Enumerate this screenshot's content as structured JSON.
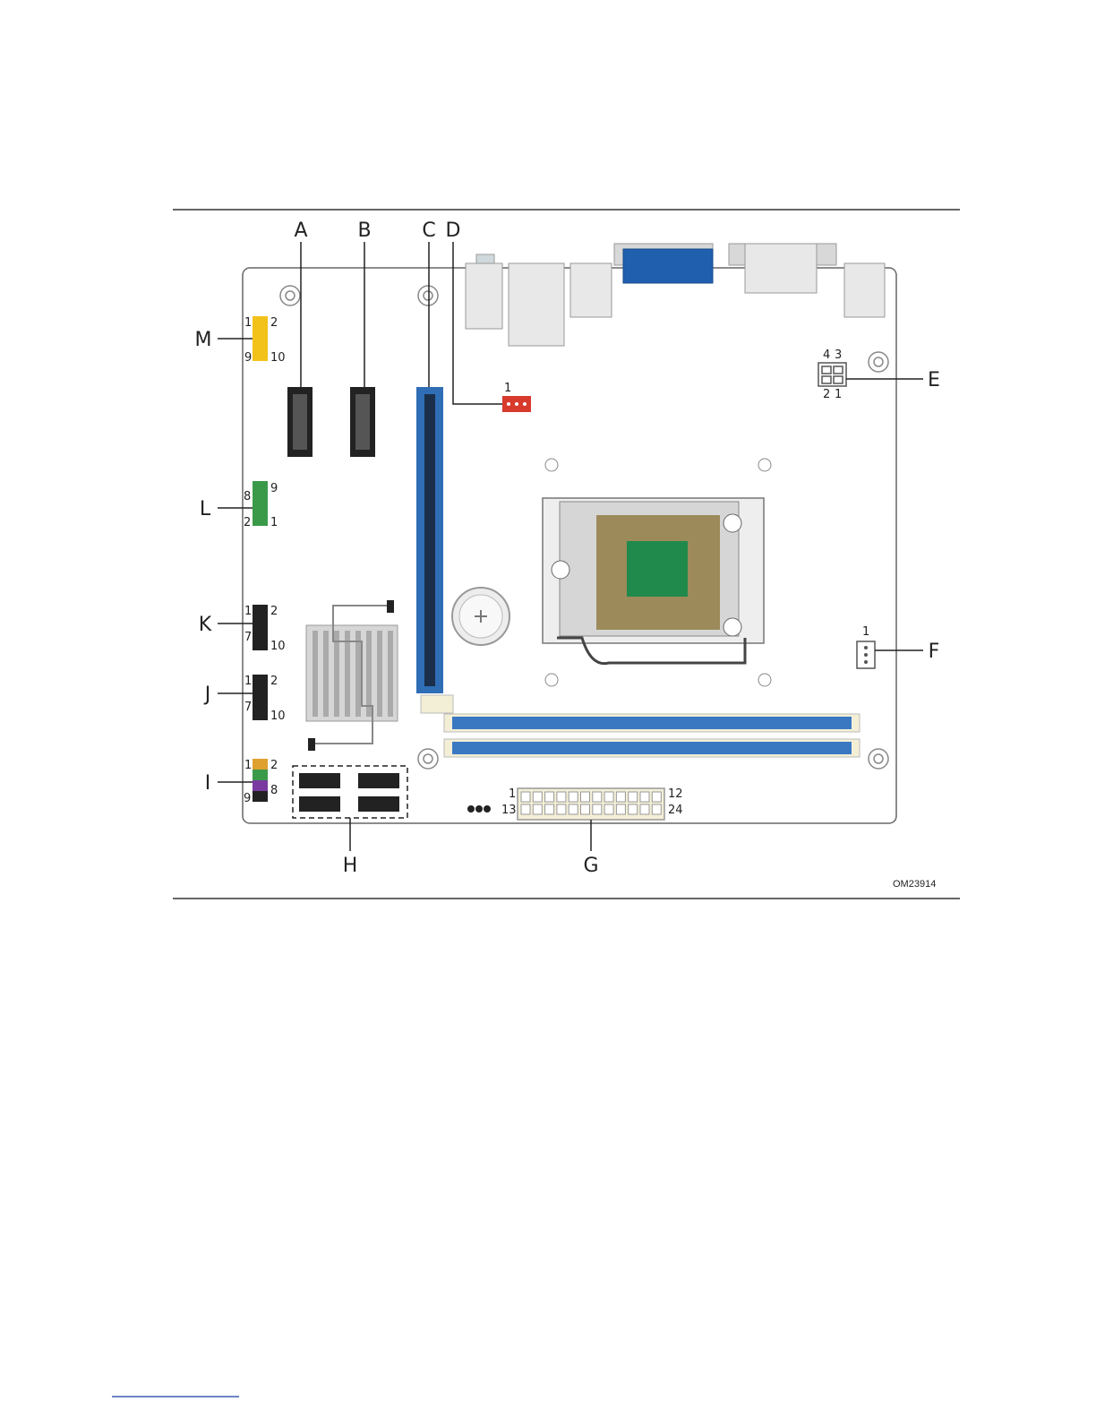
{
  "figure_id": "OM23914",
  "callouts": {
    "A": "A",
    "B": "B",
    "C": "C",
    "D": "D",
    "E": "E",
    "F": "F",
    "G": "G",
    "H": "H",
    "I": "I",
    "J": "J",
    "K": "K",
    "L": "L",
    "M": "M"
  },
  "pin_labels": {
    "M": {
      "first": "1",
      "second": "2",
      "third": "9",
      "fourth": "10"
    },
    "L": {
      "first": "8",
      "second": "9",
      "third": "2",
      "fourth": "1"
    },
    "K": {
      "first": "1",
      "second": "2",
      "third": "7",
      "fourth": "10"
    },
    "J": {
      "first": "1",
      "second": "2",
      "third": "7",
      "fourth": "10"
    },
    "I": {
      "first": "1",
      "second": "2",
      "third": "9",
      "fourth": "8"
    },
    "D": {
      "first": "1"
    },
    "E": {
      "first": "4",
      "second": "3",
      "third": "2",
      "fourth": "1"
    },
    "F": {
      "first": "1"
    },
    "G": {
      "first": "1",
      "second": "12",
      "third": "13",
      "fourth": "24"
    }
  },
  "colors": {
    "board_outline": "#555555",
    "pcie_slot": "#2f6db5",
    "dimm_slot": "#3a78c2",
    "vga_port": "#1f5fae",
    "cpu_die": "#1f8a4c",
    "socket_pins": "#9c8a5a",
    "usb_header_yellow": "#f2c21b",
    "usb3_header_green": "#3a9a4a",
    "fan_header_red": "#d83a2e"
  }
}
